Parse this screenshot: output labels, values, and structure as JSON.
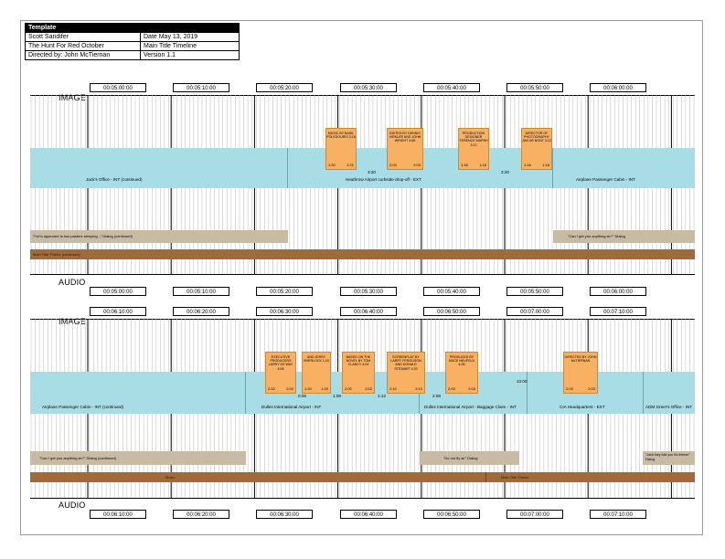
{
  "header": {
    "rows": [
      [
        "Template",
        ""
      ],
      [
        "Scott Sandifer",
        "Date May 13, 2019"
      ],
      [
        "The Hunt For Red October",
        "Main Title Timeline"
      ],
      [
        "Directed by: John McTiernan",
        "Version 1.1"
      ]
    ]
  },
  "labels": {
    "image": "IMAGE",
    "audio": "AUDIO"
  },
  "colors": {
    "scene": "#a9dde6",
    "card": "#f8b163",
    "dialog": "#c8bba4",
    "music": "#a06a3b"
  },
  "strips": [
    {
      "timecodes_top": [
        "00:05:00:00",
        "00:05:10:00",
        "00:05:20:00",
        "00:05:30:00",
        "00:05:40:00",
        "00:05:50:00",
        "00:06:00:00"
      ],
      "timecodes_bottom": [
        "00:05:00:00",
        "00:05:10:00",
        "00:05:20:00",
        "00:05:30:00",
        "00:05:40:00",
        "00:05:50:00",
        "00:06:00:00"
      ],
      "scenes": [
        {
          "name": "Jack's Office - INT (continued)"
        },
        {
          "name": "Heathrow Airport curbside drop-off - EXT"
        },
        {
          "name": "Airplane Passenger Cabin - INT"
        }
      ],
      "durations": [
        "3:20",
        "3:20"
      ],
      "cards": [
        {
          "text": "MUSIC BY BASIL POLEDOURIS 3:16",
          "in": "1:20",
          "out": "1:21"
        },
        {
          "text": "EDITED BY DENNIS VIRKLER AND JOHN WRIGHT 4:08",
          "in": "2:03",
          "out": "2:03"
        },
        {
          "text": "PRODUCTION DESIGNER TERENCE MARSH 3:12",
          "in": "1:18",
          "out": "1:18"
        },
        {
          "text": "DIRECTOR OF PHOTOGRAPHY JAN DE BONT 3:12",
          "in": "1:18",
          "out": "1:18"
        }
      ],
      "dialog": [
        {
          "text": "\"I've'd appeared to two pasters sleeping...\" Dialog (continued)"
        },
        {
          "text": "\"Can I get you anything sir?\" Dialog"
        }
      ],
      "music": [
        {
          "text": "Main Title Theme (continued)"
        }
      ]
    },
    {
      "timecodes_top": [
        "00:06:10:00",
        "00:06:20:00",
        "00:06:30:00",
        "00:06:40:00",
        "00:06:50:00",
        "00:07:00:00",
        "00:07:10:00"
      ],
      "timecodes_bottom": [
        "00:06:10:00",
        "00:06:20:00",
        "00:06:30:00",
        "00:06:40:00",
        "00:06:50:00",
        "00:07:00:00",
        "00:07:10:00"
      ],
      "scenes": [
        {
          "name": "Airplane Passenger Cabin - INT (continued)"
        },
        {
          "name": "Dulles International Airport - INT"
        },
        {
          "name": "Dulles International Airport - Baggage Claim - INT"
        },
        {
          "name": "CIA Headquarters - EXT"
        },
        {
          "name": "ADM Greer's Office - INT"
        }
      ],
      "durations": [
        "0:08",
        "1:08",
        "1:12",
        "2:08",
        "10:00"
      ],
      "cards": [
        {
          "text": "EXECUTIVE PRODUCERS LARRY DE WAY 4:08",
          "in": "2:02",
          "out": "2:02"
        },
        {
          "text": "AND JERRY SHERLOCK 1:20",
          "in": "1:20",
          "out": "1:20"
        },
        {
          "text": "BASED ON THE NOVEL BY TOM CLANCY 4:04",
          "in": "2:02",
          "out": "2:02"
        },
        {
          "text": "SCREENPLAY BY LARRY FERGUSON AND DONALD STEWART 4:20",
          "in": "2:10",
          "out": "2:10"
        },
        {
          "text": "PRODUCED BY MACE NEUFELD 4:06",
          "in": "2:03",
          "out": "2:03"
        },
        {
          "text": "DIRECTED BY JOHN McTIERNAN",
          "in": "2:03",
          "out": "2:03"
        }
      ],
      "dialog": [
        {
          "text": "\"Can I get you anything sir?\" Dialog (continued)"
        },
        {
          "text": "\"Do not fly sir\" Dialog"
        },
        {
          "text": "\"Jack they told you it's thinner\" Dialog"
        }
      ],
      "music": [
        {
          "text": "Music"
        },
        {
          "text": "Main Title Theme"
        }
      ]
    }
  ]
}
